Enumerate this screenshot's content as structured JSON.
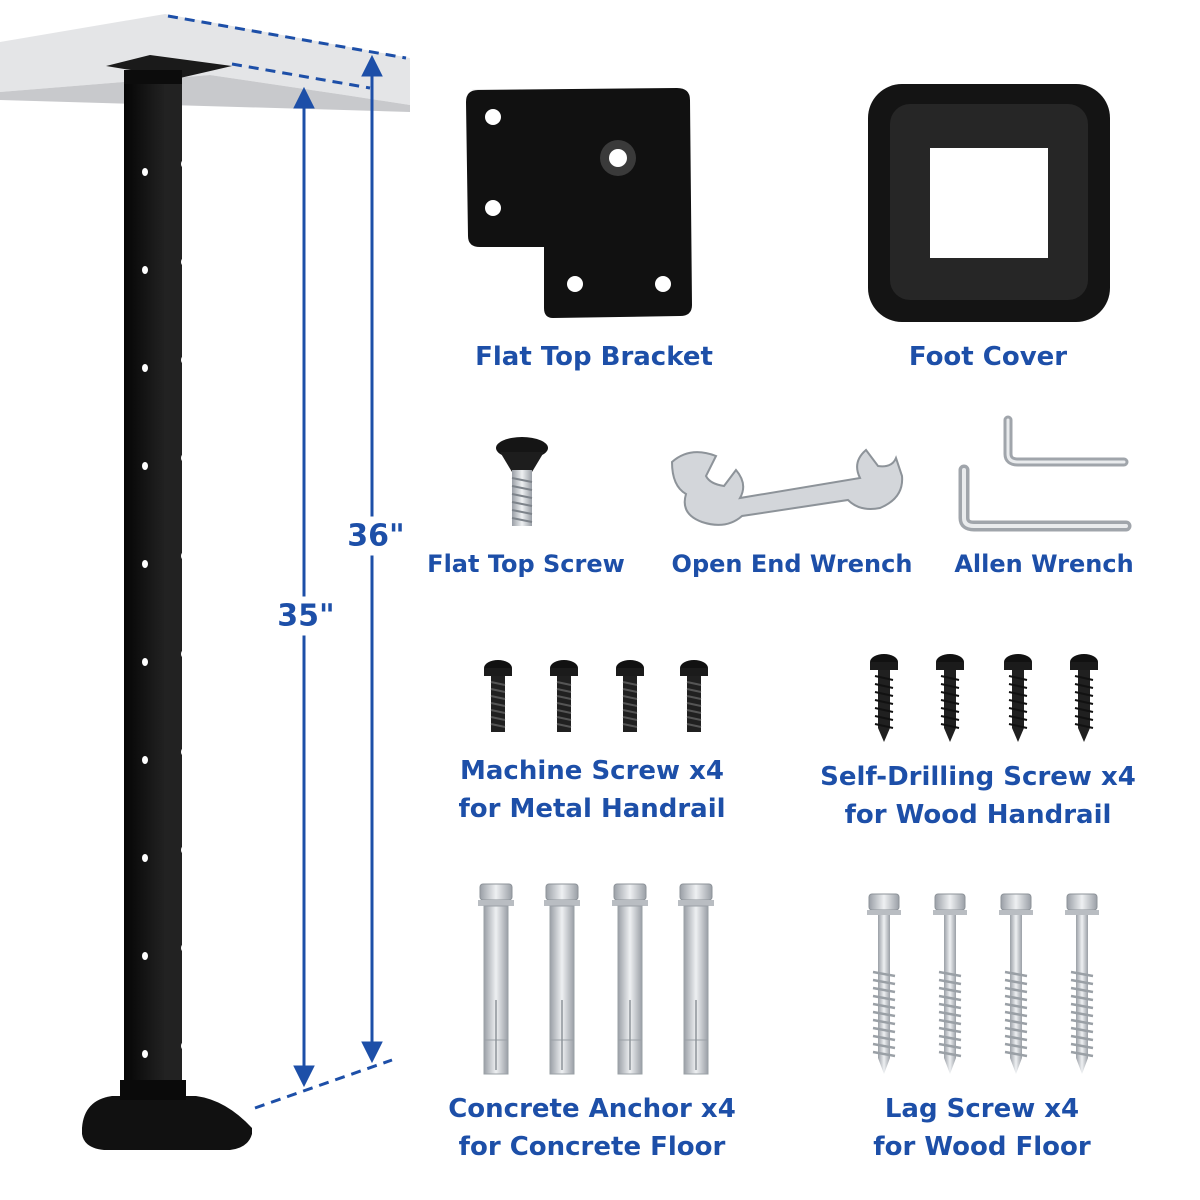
{
  "colors": {
    "accent": "#1d4fa8",
    "hardware": "#111111",
    "steel": "#c9ccd0"
  },
  "dimensions": {
    "outer": "36\"",
    "inner": "35\""
  },
  "parts": {
    "flat_top_bracket": "Flat Top Bracket",
    "foot_cover": "Foot Cover",
    "flat_top_screw": "Flat Top Screw",
    "open_end_wrench": "Open End Wrench",
    "allen_wrench": "Allen Wrench",
    "machine_screw": {
      "line1": "Machine Screw x4",
      "line2": "for Metal Handrail"
    },
    "self_drilling_screw": {
      "line1": "Self-Drilling Screw x4",
      "line2": "for Wood Handrail"
    },
    "concrete_anchor": {
      "line1": "Concrete Anchor x4",
      "line2": "for Concrete Floor"
    },
    "lag_screw": {
      "line1": "Lag Screw x4",
      "line2": "for Wood Floor"
    }
  }
}
